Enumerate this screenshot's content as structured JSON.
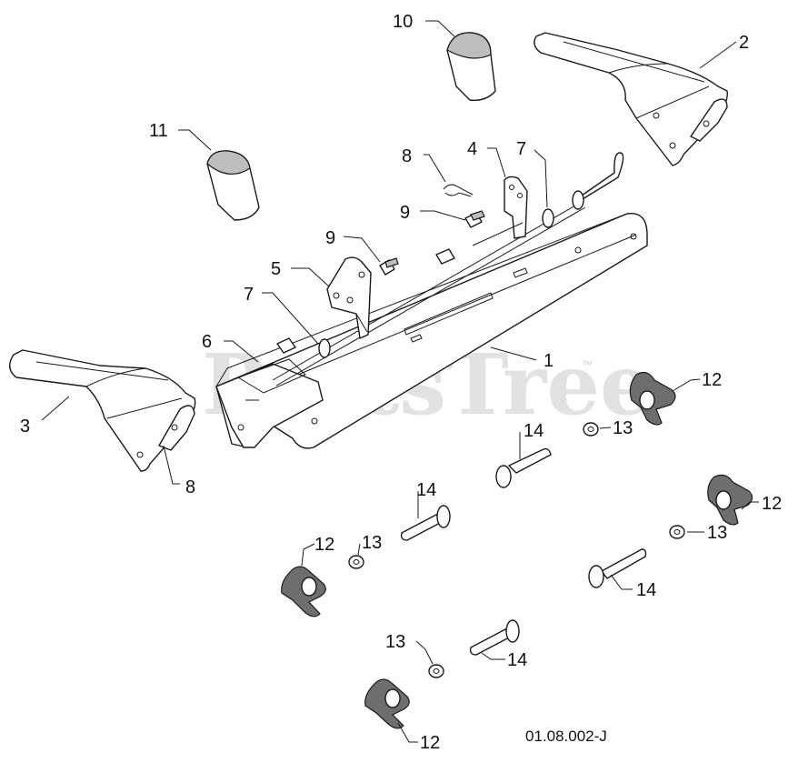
{
  "watermark": {
    "text": "PartsTree",
    "tm": "™"
  },
  "drawing_number": "01.08.002-J",
  "callouts": [
    {
      "label": "1"
    },
    {
      "label": "2"
    },
    {
      "label": "3"
    },
    {
      "label": "4"
    },
    {
      "label": "5"
    },
    {
      "label": "6"
    },
    {
      "label": "7"
    },
    {
      "label": "7"
    },
    {
      "label": "8"
    },
    {
      "label": "8"
    },
    {
      "label": "9"
    },
    {
      "label": "9"
    },
    {
      "label": "10"
    },
    {
      "label": "11"
    },
    {
      "label": "12"
    },
    {
      "label": "12"
    },
    {
      "label": "12"
    },
    {
      "label": "12"
    },
    {
      "label": "13"
    },
    {
      "label": "13"
    },
    {
      "label": "13"
    },
    {
      "label": "13"
    },
    {
      "label": "14"
    },
    {
      "label": "14"
    },
    {
      "label": "14"
    },
    {
      "label": "14"
    }
  ]
}
